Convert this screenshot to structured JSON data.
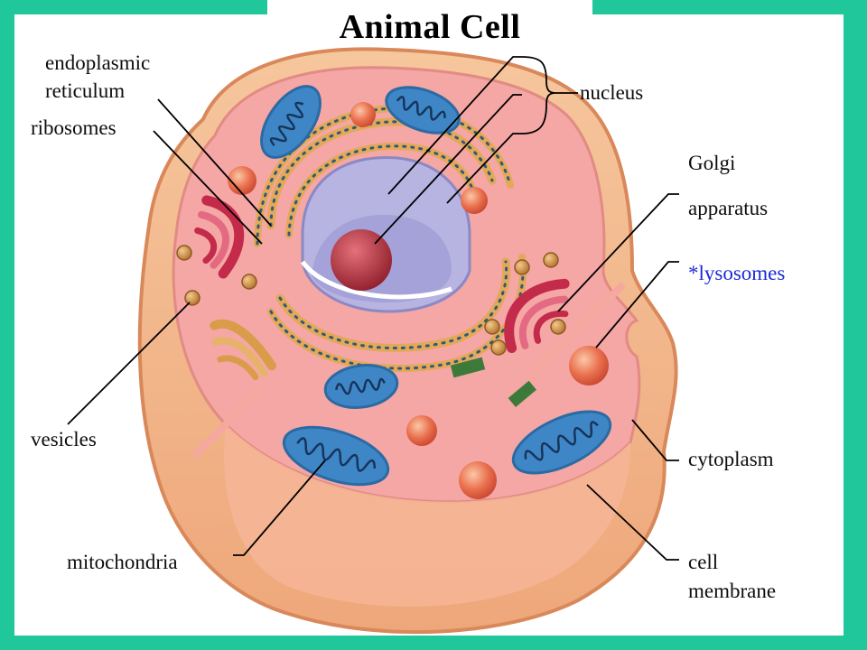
{
  "title": "Animal Cell",
  "labels": {
    "er_line1": "endoplasmic",
    "er_line2": "reticulum",
    "ribosomes": "ribosomes",
    "nucleus": "nucleus",
    "golgi_line1": "Golgi",
    "golgi_line2": "apparatus",
    "lysosomes": "*lysosomes",
    "vesicles": "vesicles",
    "cytoplasm": "cytoplasm",
    "mitochondria": "mitochondria",
    "membrane_line1": "cell",
    "membrane_line2": "membrane"
  },
  "colors": {
    "frame": "#1fc79a",
    "highlight_label": "#1a2ad6",
    "membrane_outer": "#f2b98a",
    "cytoplasm": "#f4a3a0",
    "mitochondria": "#3f88c9",
    "nucleus": "#b3b0e0",
    "nucleolus": "#c0303c",
    "golgi": "#d8425c",
    "lysosome": "#e86a4a"
  }
}
